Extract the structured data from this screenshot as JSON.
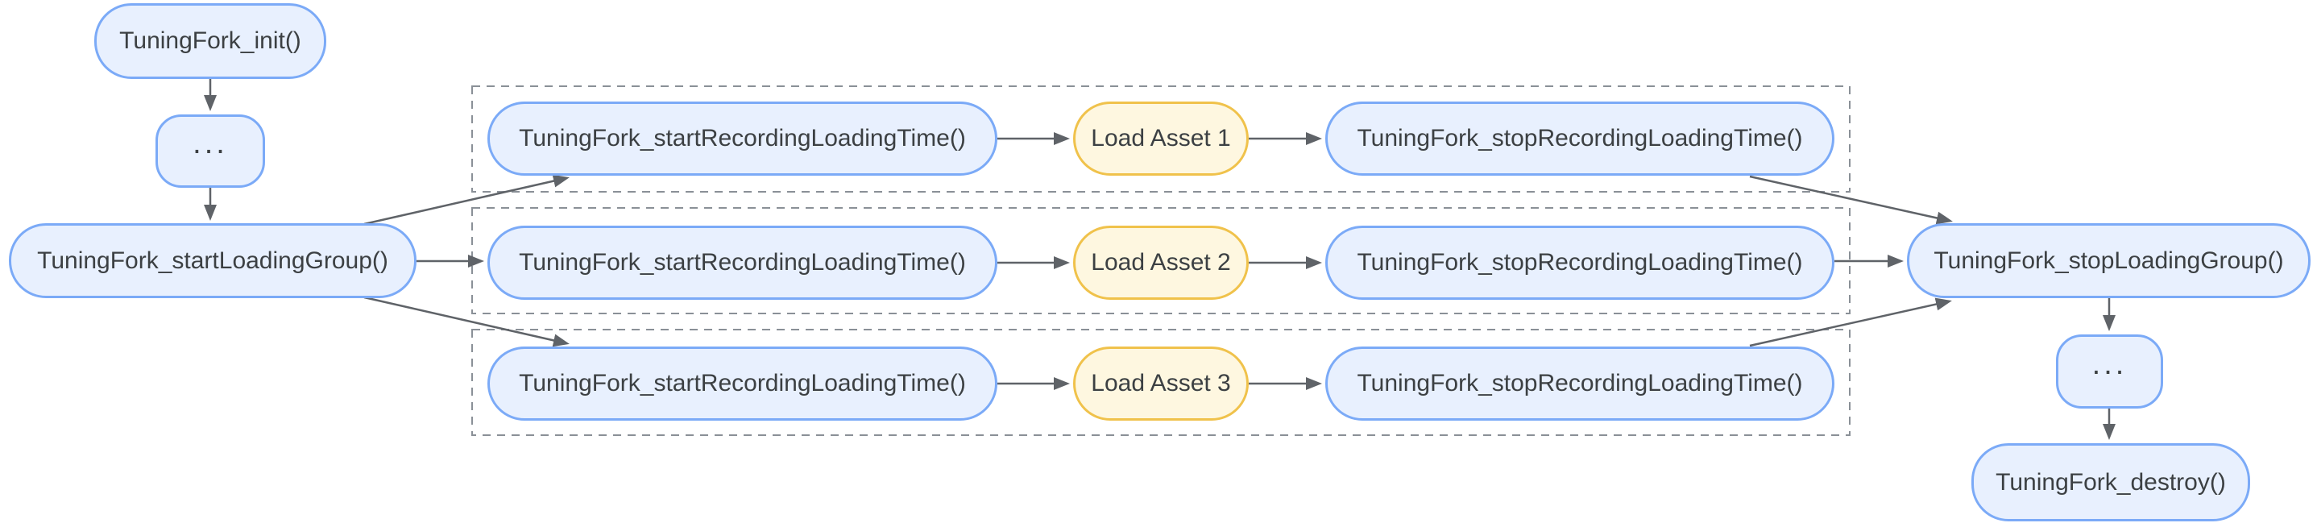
{
  "colors": {
    "background": "#ffffff",
    "node_fill": "#e8f0fe",
    "node_border": "#7baaf7",
    "asset_fill": "#fef7e0",
    "asset_border": "#f0c24b",
    "text": "#3c4043",
    "arrow": "#5f6368",
    "group_border": "#8a9097"
  },
  "nodes": {
    "init": {
      "label": "TuningFork_init()"
    },
    "ellipsis_start": {
      "label": "..."
    },
    "start_loading_group": {
      "label": "TuningFork_startLoadingGroup()"
    },
    "stop_loading_group": {
      "label": "TuningFork_stopLoadingGroup()"
    },
    "ellipsis_end": {
      "label": "..."
    },
    "destroy": {
      "label": "TuningFork_destroy()"
    }
  },
  "rows": [
    {
      "start": {
        "label": "TuningFork_startRecordingLoadingTime()"
      },
      "asset": {
        "label": "Load Asset 1"
      },
      "stop": {
        "label": "TuningFork_stopRecordingLoadingTime()"
      }
    },
    {
      "start": {
        "label": "TuningFork_startRecordingLoadingTime()"
      },
      "asset": {
        "label": "Load Asset 2"
      },
      "stop": {
        "label": "TuningFork_stopRecordingLoadingTime()"
      }
    },
    {
      "start": {
        "label": "TuningFork_startRecordingLoadingTime()"
      },
      "asset": {
        "label": "Load Asset 3"
      },
      "stop": {
        "label": "TuningFork_stopRecordingLoadingTime()"
      }
    }
  ]
}
